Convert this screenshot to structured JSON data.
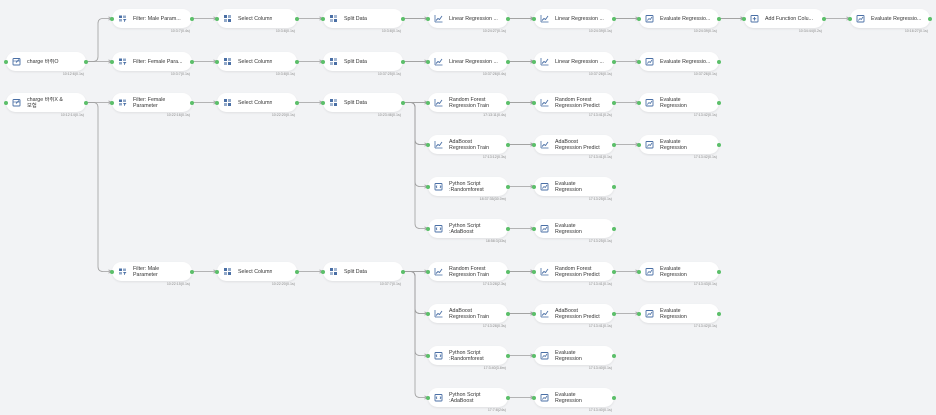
{
  "colors": {
    "canvas": "#f2f3f5",
    "node": "#ffffff",
    "edge": "#9e9e9e",
    "port": "#5cbf6a",
    "icon": "#4a6fa5"
  },
  "nodes": [
    {
      "id": "charge1",
      "label": "charge 바취O",
      "meta": "10:12:6(0.1s)",
      "icon": "table-icon"
    },
    {
      "id": "charge2",
      "label": "charge 바취X &\n보험",
      "meta": "10:12:14(0.1s)",
      "icon": "table-icon"
    },
    {
      "id": "f1",
      "label": "Filter: Male Param...",
      "meta": "10:3:7(0.4s)",
      "icon": "filter-icon"
    },
    {
      "id": "f2",
      "label": "Filter: Female Para...",
      "meta": "10:3:7(0.1s)",
      "icon": "filter-icon"
    },
    {
      "id": "f3",
      "label": "Filter: Female\nParameter",
      "meta": "10:22:16(0.1s)",
      "icon": "filter-icon"
    },
    {
      "id": "f4",
      "label": "Filter: Male\nParameter",
      "meta": "10:22:15(0.1s)",
      "icon": "filter-icon"
    },
    {
      "id": "s1",
      "label": "Select Column",
      "meta": "10:3:8(0.1s)",
      "icon": "select-column-icon"
    },
    {
      "id": "s2",
      "label": "Select Column",
      "meta": "10:3:8(0.1s)",
      "icon": "select-column-icon"
    },
    {
      "id": "s3",
      "label": "Select Column",
      "meta": "10:22:20(0.1s)",
      "icon": "select-column-icon"
    },
    {
      "id": "s4",
      "label": "Select Column",
      "meta": "10:22:20(0.1s)",
      "icon": "select-column-icon"
    },
    {
      "id": "sp1",
      "label": "Split Data",
      "meta": "10:3:8(0.1s)",
      "icon": "split-data-icon"
    },
    {
      "id": "sp2",
      "label": "Split Data",
      "meta": "10:37:25(0.1s)",
      "icon": "split-data-icon"
    },
    {
      "id": "sp3",
      "label": "Split Data",
      "meta": "10:23:46(0.1s)",
      "icon": "split-data-icon"
    },
    {
      "id": "sp4",
      "label": "Split Data",
      "meta": "10:37:7(0.1s)",
      "icon": "split-data-icon"
    },
    {
      "id": "lr1",
      "label": "Linear Regression ...",
      "meta": "10:24:27(0.1s)",
      "icon": "model-train-icon"
    },
    {
      "id": "lr2",
      "label": "Linear Regression ...",
      "meta": "10:37:26(0.4s)",
      "icon": "model-train-icon"
    },
    {
      "id": "lrp1",
      "label": "Linear Regression ...",
      "meta": "10:24:39(0.1s)",
      "icon": "model-train-icon"
    },
    {
      "id": "lrp2",
      "label": "Linear Regression ...",
      "meta": "10:37:26(0.1s)",
      "icon": "model-train-icon"
    },
    {
      "id": "ev1",
      "label": "Evaluate Regressio...",
      "meta": "10:24:39(0.1s)",
      "icon": "evaluate-icon"
    },
    {
      "id": "ev2",
      "label": "Evaluate Regressio...",
      "meta": "10:37:26(0.1s)",
      "icon": "evaluate-icon"
    },
    {
      "id": "add",
      "label": "Add Function Colu...",
      "meta": "10:34:44(0.2s)",
      "icon": "add-function-icon"
    },
    {
      "id": "evf",
      "label": "Evaluate Regressio...",
      "meta": "10:16:27(0.1s)",
      "icon": "evaluate-icon"
    },
    {
      "id": "rft1",
      "label": "Random Forest\nRegression Train",
      "meta": "17:13:11(0.4s)",
      "icon": "model-train-icon"
    },
    {
      "id": "rfp1",
      "label": "Random Forest\nRegression Predict",
      "meta": "17:13:41(0.2s)",
      "icon": "model-train-icon"
    },
    {
      "id": "evrf1",
      "label": "Evaluate\nRegression",
      "meta": "17:13:42(0.1s)",
      "icon": "evaluate-icon"
    },
    {
      "id": "abt1",
      "label": "AdaBoost\nRegression Train",
      "meta": "17:13:12(0.3s)",
      "icon": "model-train-icon"
    },
    {
      "id": "abp1",
      "label": "AdaBoost\nRegression Predict",
      "meta": "17:13:41(0.1s)",
      "icon": "model-train-icon"
    },
    {
      "id": "evab1",
      "label": "Evaluate\nRegression",
      "meta": "17:13:42(0.1s)",
      "icon": "evaluate-icon"
    },
    {
      "id": "py1",
      "label": "Python Script\n:Randomforest",
      "meta": "18:37:35(30.0m)",
      "icon": "script-icon"
    },
    {
      "id": "evpy1",
      "label": "Evaluate\nRegression",
      "meta": "17:13:25(0.1s)",
      "icon": "evaluate-icon"
    },
    {
      "id": "py2",
      "label": "Python Script\n:AdaBoost",
      "meta": "18:58:3(33s)",
      "icon": "script-icon"
    },
    {
      "id": "evpy2",
      "label": "Evaluate\nRegression",
      "meta": "17:13:25(0.1s)",
      "icon": "evaluate-icon"
    },
    {
      "id": "rft2",
      "label": "Random Forest\nRegression Train",
      "meta": "17:13:28(2.3s)",
      "icon": "model-train-icon"
    },
    {
      "id": "rfp2",
      "label": "Random Forest\nRegression Predict",
      "meta": "17:13:41(0.1s)",
      "icon": "model-train-icon"
    },
    {
      "id": "evrf2",
      "label": "Evaluate\nRegression",
      "meta": "17:13:43(0.1s)",
      "icon": "evaluate-icon"
    },
    {
      "id": "abt2",
      "label": "AdaBoost\nRegression Train",
      "meta": "17:13:28(0.3s)",
      "icon": "model-train-icon"
    },
    {
      "id": "abp2",
      "label": "AdaBoost\nRegression Predict",
      "meta": "17:13:41(0.1s)",
      "icon": "model-train-icon"
    },
    {
      "id": "evab2",
      "label": "Evaluate\nRegression",
      "meta": "17:13:42(0.1s)",
      "icon": "evaluate-icon"
    },
    {
      "id": "py3",
      "label": "Python Script\n:Randomforest",
      "meta": "17:3:40(3.8m)",
      "icon": "script-icon"
    },
    {
      "id": "evpy3",
      "label": "Evaluate\nRegression",
      "meta": "17:13:40(0.1s)",
      "icon": "evaluate-icon"
    },
    {
      "id": "py4",
      "label": "Python Script\n:AdaBoost",
      "meta": "17:7:8(24s)",
      "icon": "script-icon"
    },
    {
      "id": "evpy4",
      "label": "Evaluate\nRegression",
      "meta": "17:13:40(0.1s)",
      "icon": "evaluate-icon"
    }
  ],
  "edges": [
    [
      "charge1",
      "f1"
    ],
    [
      "charge1",
      "f2"
    ],
    [
      "charge2",
      "f3"
    ],
    [
      "charge2",
      "f4"
    ],
    [
      "f1",
      "s1"
    ],
    [
      "f2",
      "s2"
    ],
    [
      "f3",
      "s3"
    ],
    [
      "f4",
      "s4"
    ],
    [
      "s1",
      "sp1"
    ],
    [
      "s2",
      "sp2"
    ],
    [
      "s3",
      "sp3"
    ],
    [
      "s4",
      "sp4"
    ],
    [
      "sp1",
      "lr1"
    ],
    [
      "sp1",
      "lrp1"
    ],
    [
      "lr1",
      "lrp1"
    ],
    [
      "lrp1",
      "ev1"
    ],
    [
      "lrp1",
      "add"
    ],
    [
      "ev1",
      "add"
    ],
    [
      "add",
      "evf"
    ],
    [
      "sp2",
      "lr2"
    ],
    [
      "sp2",
      "lrp2"
    ],
    [
      "lr2",
      "lrp2"
    ],
    [
      "lrp2",
      "ev2"
    ],
    [
      "sp3",
      "rft1"
    ],
    [
      "sp3",
      "abt1"
    ],
    [
      "sp3",
      "rfp1"
    ],
    [
      "sp3",
      "abp1"
    ],
    [
      "rft1",
      "rfp1"
    ],
    [
      "abt1",
      "abp1"
    ],
    [
      "rfp1",
      "evrf1"
    ],
    [
      "abp1",
      "evab1"
    ],
    [
      "sp3",
      "py1"
    ],
    [
      "sp3",
      "py2"
    ],
    [
      "py1",
      "evpy1"
    ],
    [
      "py2",
      "evpy2"
    ],
    [
      "sp4",
      "rft2"
    ],
    [
      "sp4",
      "abt2"
    ],
    [
      "sp4",
      "rfp2"
    ],
    [
      "sp4",
      "abp2"
    ],
    [
      "rft2",
      "rfp2"
    ],
    [
      "abt2",
      "abp2"
    ],
    [
      "rfp2",
      "evrf2"
    ],
    [
      "abp2",
      "evab2"
    ],
    [
      "sp4",
      "py3"
    ],
    [
      "sp4",
      "py4"
    ],
    [
      "py3",
      "evpy3"
    ],
    [
      "py4",
      "evpy4"
    ]
  ]
}
